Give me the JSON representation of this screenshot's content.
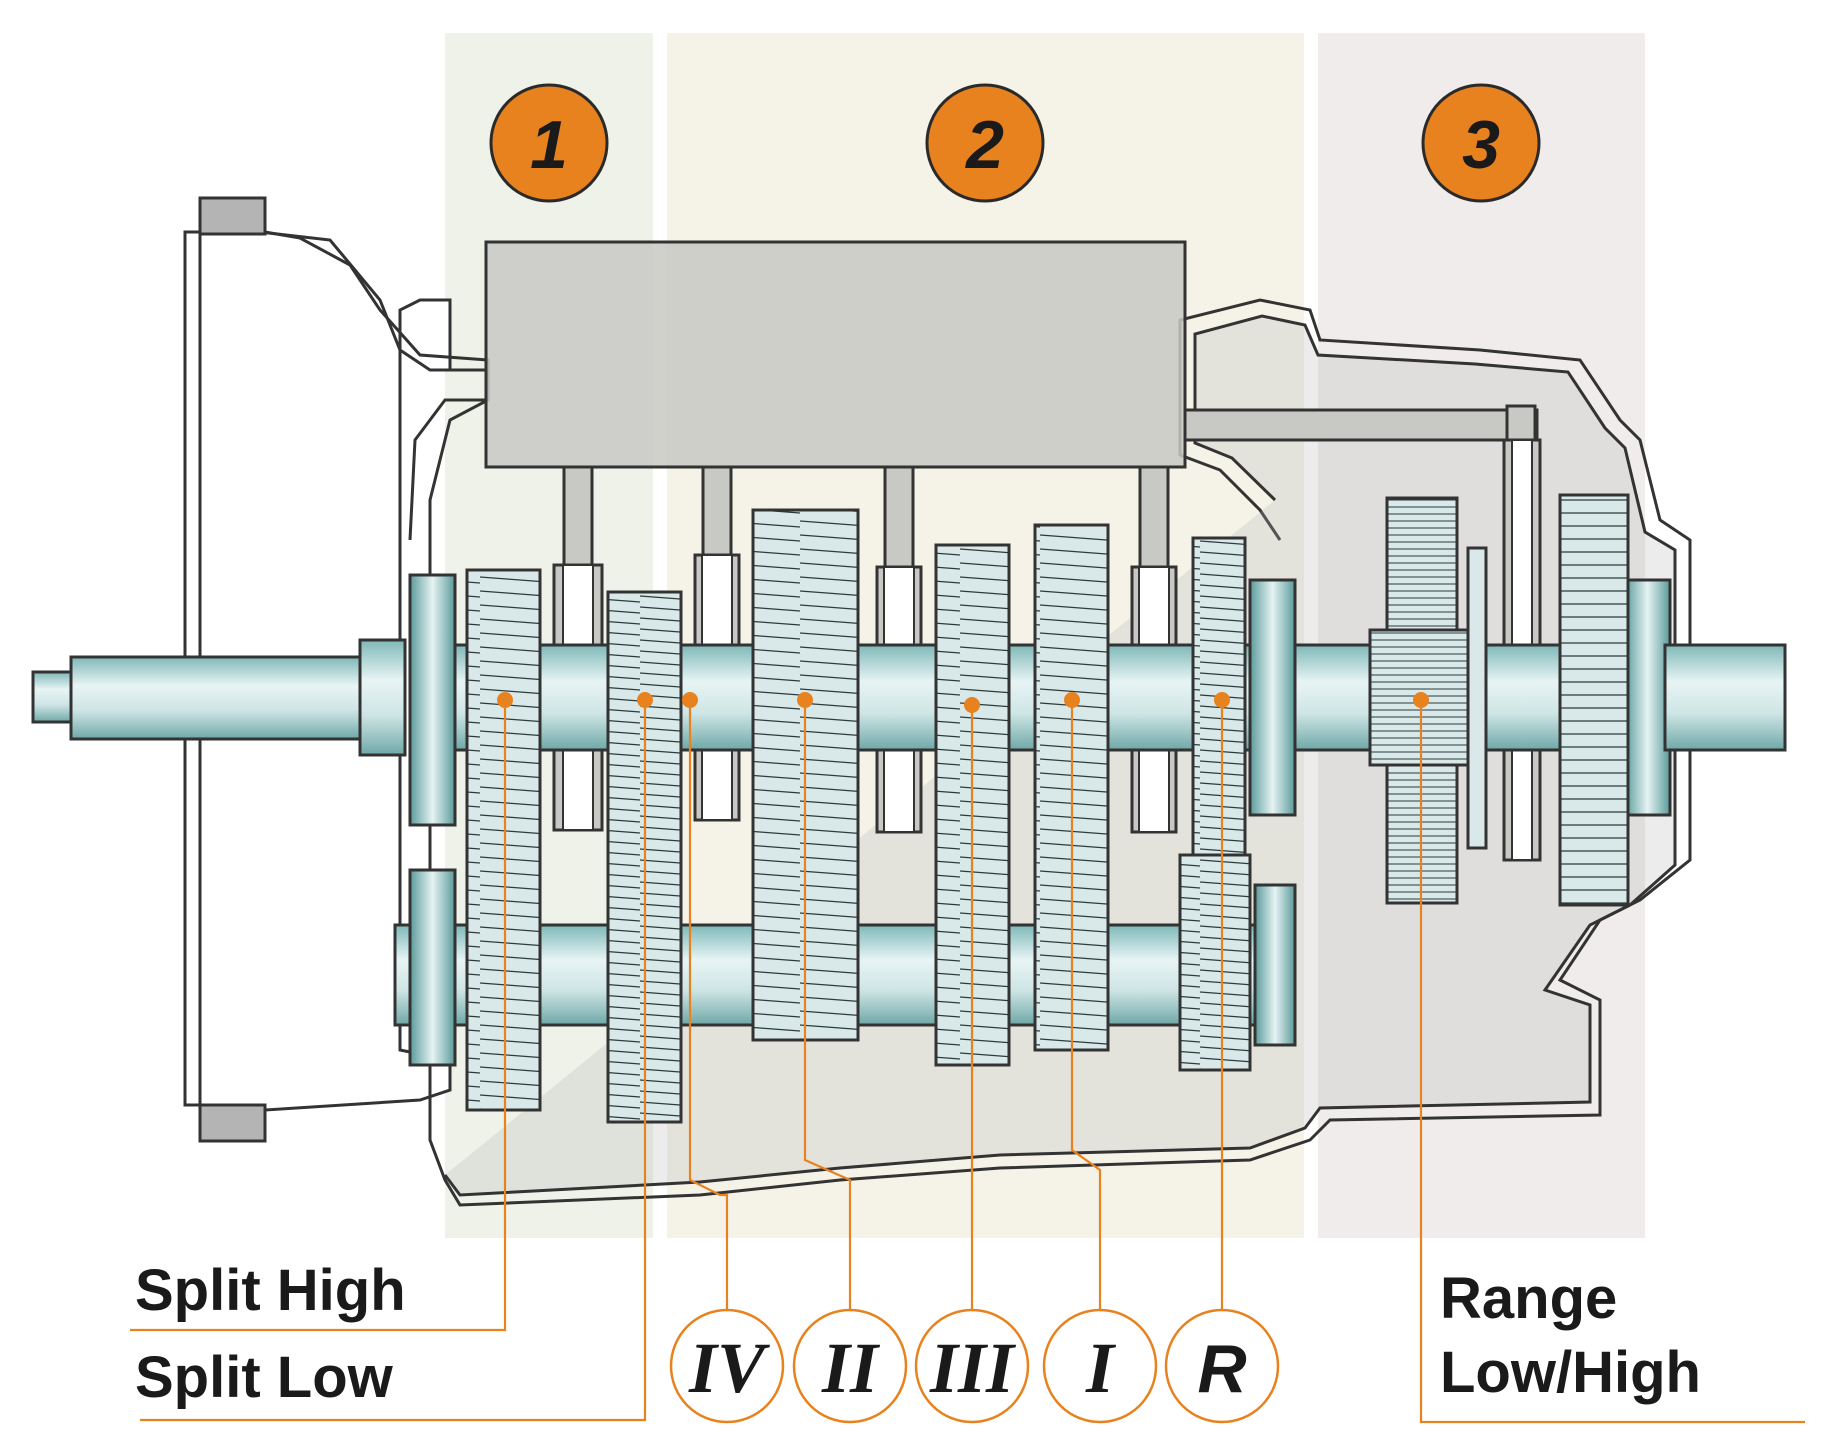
{
  "sections": [
    {
      "id": "1"
    },
    {
      "id": "2"
    },
    {
      "id": "3"
    }
  ],
  "labels": {
    "split_high": "Split High",
    "split_low": "Split Low",
    "range_line1": "Range",
    "range_line2": "Low/High"
  },
  "gears": [
    {
      "label": "IV"
    },
    {
      "label": "II"
    },
    {
      "label": "III"
    },
    {
      "label": "I"
    },
    {
      "label": "R"
    }
  ],
  "colors": {
    "callout_orange": "#e8821e",
    "section_fill_1": "#eef2e8",
    "section_fill_2": "#f5f3e8",
    "section_fill_3": "#efeceb",
    "housing_gray": "#b4b4b4",
    "shaft_teal": "#cfe5e5",
    "gear_fill": "#d9e9ea"
  }
}
